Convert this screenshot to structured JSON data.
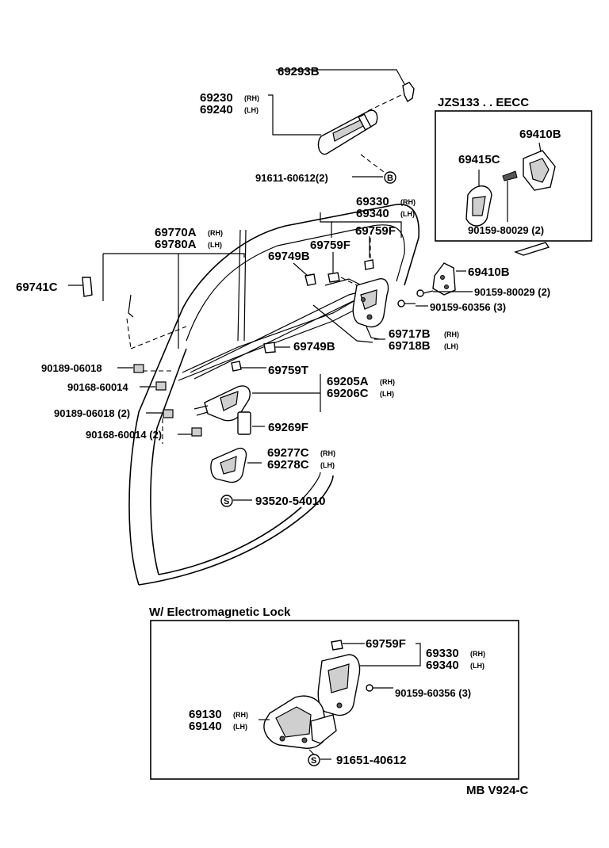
{
  "parts": {
    "p69293B": "69293B",
    "p69230": "69230",
    "p69240": "69240",
    "p91611": "91611-60612(2)",
    "p69330": "69330",
    "p69340": "69340",
    "p69770A": "69770A",
    "p69780A": "69780A",
    "p69759F_a": "69759F",
    "p69759F_b": "69759F",
    "p69749B_a": "69749B",
    "p69741C": "69741C",
    "p69410B_main": "69410B",
    "p90159_80029_main": "90159-80029 (2)",
    "p90159_60356_main": "90159-60356 (3)",
    "p69717B": "69717B",
    "p69718B": "69718B",
    "p69749B_b": "69749B",
    "p90189_a": "90189-06018",
    "p90168_a": "90168-60014",
    "p69759T": "69759T",
    "p69205A": "69205A",
    "p69206C": "69206C",
    "p90189_b": "90189-06018 (2)",
    "p90168_b": "90168-60014 (2)",
    "p69269F": "69269F",
    "p69277C": "69277C",
    "p69278C": "69278C",
    "p93520": "93520-54010"
  },
  "tags": {
    "rh": "(RH)",
    "lh": "(LH)",
    "b": "B",
    "s": "S"
  },
  "inset": {
    "title": "JZS133 . . EECC",
    "p69410B": "69410B",
    "p69415C": "69415C",
    "p90159": "90159-80029 (2)"
  },
  "electro": {
    "title": "W/ Electromagnetic Lock",
    "p69759F": "69759F",
    "p69330": "69330",
    "p69340": "69340",
    "p90159": "90159-60356 (3)",
    "p69130": "69130",
    "p69140": "69140",
    "p91651": "91651-40612"
  },
  "footer": {
    "code": "MB V924-C"
  }
}
